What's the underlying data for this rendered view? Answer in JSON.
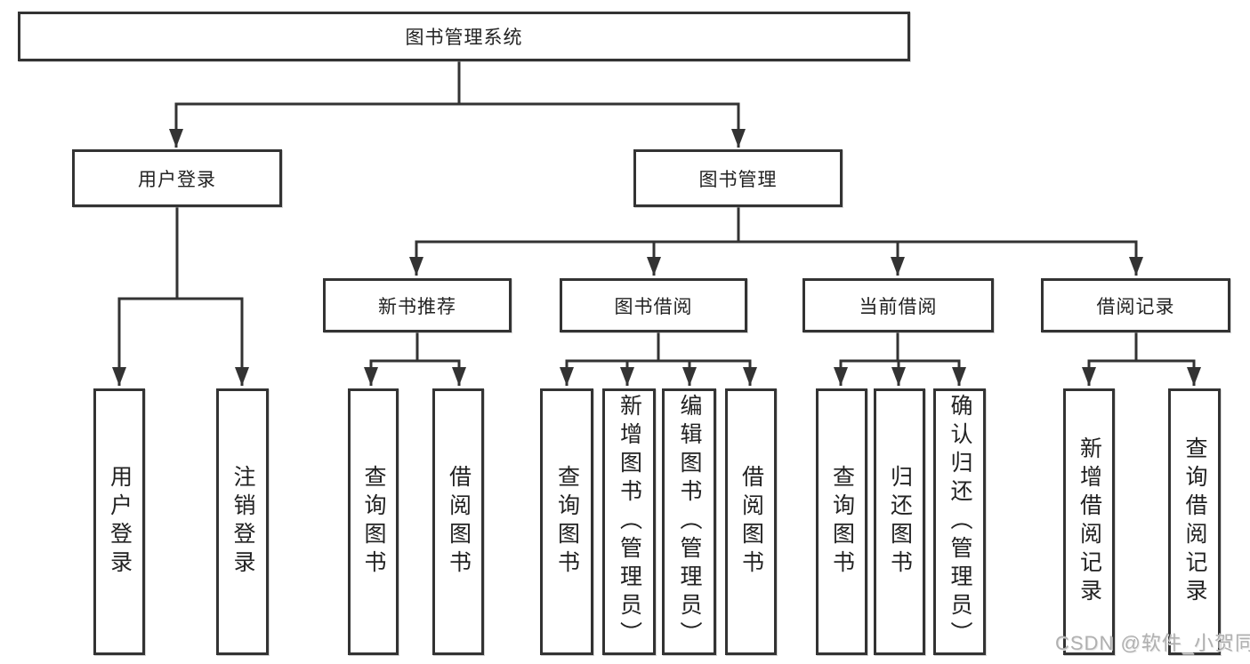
{
  "tree": {
    "label": "图书管理系统",
    "children": [
      {
        "label": "用户登录",
        "children": [
          {
            "label": "用户登录"
          },
          {
            "label": "注销登录"
          }
        ]
      },
      {
        "label": "图书管理",
        "children": [
          {
            "label": "新书推荐",
            "children": [
              {
                "label": "查询图书"
              },
              {
                "label": "借阅图书"
              }
            ]
          },
          {
            "label": "图书借阅",
            "children": [
              {
                "label": "查询图书"
              },
              {
                "label": "新增图书（管理员）"
              },
              {
                "label": "编辑图书（管理员）"
              },
              {
                "label": "借阅图书"
              }
            ]
          },
          {
            "label": "当前借阅",
            "children": [
              {
                "label": "查询图书"
              },
              {
                "label": "归还图书"
              },
              {
                "label": "确认归还（管理员）"
              }
            ]
          },
          {
            "label": "借阅记录",
            "children": [
              {
                "label": "新增借阅记录"
              },
              {
                "label": "查询借阅记录"
              }
            ]
          }
        ]
      }
    ]
  },
  "watermark": {
    "text": "CSDN @软件_小贺同学"
  },
  "colors": {
    "line": "#333333",
    "text": "#222222",
    "background": "#ffffff",
    "watermark": "#b0b0b0"
  }
}
